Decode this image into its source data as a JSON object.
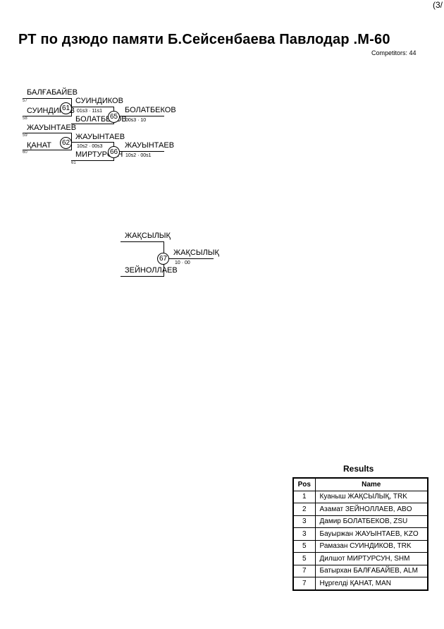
{
  "header": {
    "page_number": "(3/",
    "title": "РТ по дзюдо памяти Б.Сейсенбаева    Павлодар   .М-60",
    "competitors": "Competitors: 44"
  },
  "bracket": {
    "entrants": [
      {
        "name": "БАЛҒАБАЙЕВ",
        "seed": "57"
      },
      {
        "name": "СУИНДИКОВ",
        "seed": "58"
      },
      {
        "name": "ЖАУЫНТАЕВ",
        "seed": "59"
      },
      {
        "name": "ҚАНАТ",
        "seed": "60"
      },
      {
        "name": "МИРТУРСУН",
        "seed": "61"
      }
    ],
    "matches": [
      {
        "number": "61",
        "winner": "СУИНДИКОВ",
        "score": "01s3 · 11s1"
      },
      {
        "number": "62",
        "winner": "ЖАУЫНТАЕВ",
        "score": "10s2 · 00s3"
      },
      {
        "number": "65",
        "top": "БОЛАТБЕКОВ",
        "winner": "БОЛАТБЕКОВ",
        "score": "00s3 · 10"
      },
      {
        "number": "66",
        "winner": "ЖАУЫНТАЕВ",
        "score": "10s2 · 00s1"
      }
    ],
    "final": {
      "number": "67",
      "top": "ЖАҚСЫЛЫҚ",
      "bottom": "ЗЕЙНОЛЛАЕВ",
      "winner": "ЖАҚСЫЛЫҚ",
      "score": "10 · 00"
    }
  },
  "results": {
    "title": "Results",
    "headers": {
      "pos": "Pos",
      "name": "Name"
    },
    "rows": [
      {
        "pos": "1",
        "name": "Куаныш ЖАҚСЫЛЫҚ, TRK"
      },
      {
        "pos": "2",
        "name": "Азамат ЗЕЙНОЛЛАЕВ, ABO"
      },
      {
        "pos": "3",
        "name": "Дамир БОЛАТБЕКОВ, ZSU"
      },
      {
        "pos": "3",
        "name": "Бауыржан ЖАУЫНТАЕВ, KZO"
      },
      {
        "pos": "5",
        "name": "Рамазан СУИНДИКОВ, TRK"
      },
      {
        "pos": "5",
        "name": "Дилшот МИРТУРСУН, SHM"
      },
      {
        "pos": "7",
        "name": "Батырхан БАЛҒАБАЙЕВ, ALM"
      },
      {
        "pos": "7",
        "name": "Нұргелді ҚАНАТ, MAN"
      }
    ]
  }
}
